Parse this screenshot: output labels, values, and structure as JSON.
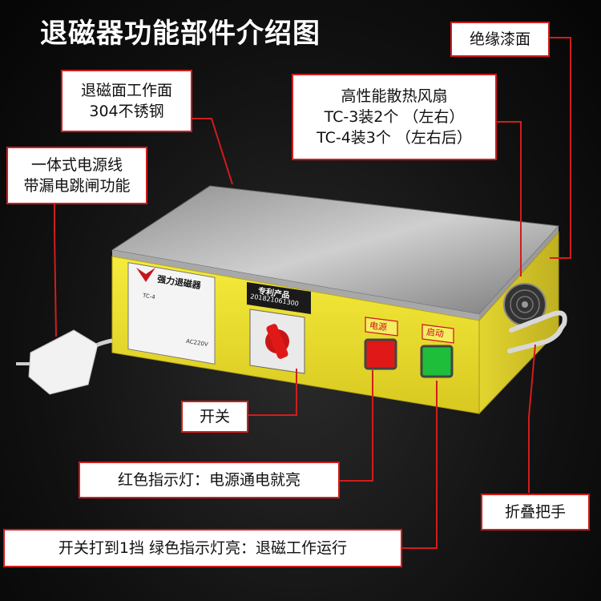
{
  "title": "退磁器功能部件介绍图",
  "callouts": {
    "insulating_paint": "绝缘漆面",
    "work_surface": [
      "退磁面工作面",
      "304不锈钢"
    ],
    "power_cord": [
      "一体式电源线",
      "带漏电跳闸功能"
    ],
    "fan": [
      "高性能散热风扇",
      "TC-3装2个 （左右）",
      "TC-4装3个 （左右后）"
    ],
    "switch": "开关",
    "red_light": "红色指示灯：电源通电就亮",
    "handle": "折叠把手",
    "green_light": "开关打到1挡 绿色指示灯亮：退磁工作运行"
  },
  "device": {
    "label_title": "强力退磁器",
    "model": "TC-4",
    "patent_title": "专利产品",
    "patent_no": "201821061300",
    "power_label": "电源",
    "start_label": "启动",
    "voltage_label": "AC220V"
  },
  "colors": {
    "callout_border": "#d21c1c",
    "body_yellow": "#f0e430",
    "steel_top": "#b9b9b9",
    "red_button": "#e01818",
    "green_button": "#1fbe3a"
  }
}
